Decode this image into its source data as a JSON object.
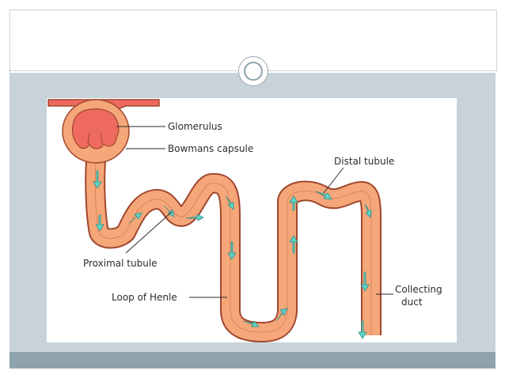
{
  "diagram": {
    "labels": {
      "glomerulus": "Glomerulus",
      "bowmans_capsule": "Bowmans capsule",
      "distal_tubule": "Distal tubule",
      "proximal_tubule": "Proximal tubule",
      "loop_of_henle": "Loop of Henle",
      "collecting_duct_line1": "Collecting",
      "collecting_duct_line2": "duct"
    }
  },
  "colors": {
    "tubule_fill": "#f6a77a",
    "tubule_outline": "#a0472e",
    "glomerulus_fill": "#ee6a5f",
    "flow_arrow": "#5fd3c4",
    "band": "#c7d3d9",
    "bottom_bar": "#8ea3ab"
  }
}
